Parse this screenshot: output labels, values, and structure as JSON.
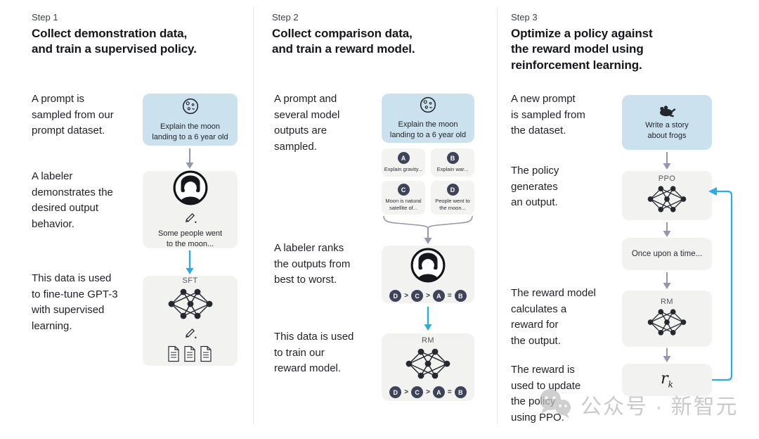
{
  "watermark": {
    "text": "公众号 · 新智元"
  },
  "colors": {
    "prompt_card_blue": "#cbe2ee",
    "gray_card": "#f2f2f0",
    "arrow_gray": "#9496ab",
    "arrow_blue": "#29abe8",
    "chip_dark": "#3f435a",
    "watermark_gray": "#c6c6c6"
  },
  "steps": [
    {
      "label": "Step 1",
      "heading": "Collect demonstration data,\nand train a supervised policy.",
      "texts": {
        "prompt": "A prompt is\nsampled from our\nprompt dataset.",
        "labeler": "A labeler\ndemonstrates the\ndesired output\nbehavior.",
        "train": "This data is used\nto fine-tune GPT-3\nwith supervised\nlearning."
      },
      "cards": {
        "prompt_text": "Explain the moon\nlanding to a 6 year old",
        "labeler_output": "Some people went\nto the moon...",
        "model_label": "SFT"
      }
    },
    {
      "label": "Step 2",
      "heading": "Collect comparison data,\nand train a reward model.",
      "texts": {
        "prompt": "A prompt and\nseveral model\noutputs are\nsampled.",
        "rank": "A labeler ranks\nthe outputs from\nbest to worst.",
        "train": "This data is used\nto train our\nreward model."
      },
      "cards": {
        "prompt_text": "Explain the moon\nlanding to a 6 year old",
        "outputs": [
          {
            "tag": "A",
            "text": "Explain gravity..."
          },
          {
            "tag": "B",
            "text": "Explain war..."
          },
          {
            "tag": "C",
            "text": "Moon is natural\nsatellite of..."
          },
          {
            "tag": "D",
            "text": "People went to\nthe moon..."
          }
        ],
        "ranking": [
          "D",
          ">",
          "C",
          ">",
          "A",
          "=",
          "B"
        ],
        "model_label": "RM"
      }
    },
    {
      "label": "Step 3",
      "heading": "Optimize a policy against\nthe reward model using\nreinforcement learning.",
      "texts": {
        "prompt": "A new prompt\nis sampled from\nthe dataset.",
        "policy": "The policy\ngenerates\nan output.",
        "reward": "The reward model\ncalculates a\nreward for\nthe output.",
        "update": "The reward is\nused to update\nthe policy\nusing PPO."
      },
      "cards": {
        "prompt_text": "Write a story\nabout frogs",
        "policy_label": "PPO",
        "output_text": "Once upon a time...",
        "reward_label": "RM",
        "reward_symbol": "r",
        "reward_sub": "k"
      }
    }
  ]
}
